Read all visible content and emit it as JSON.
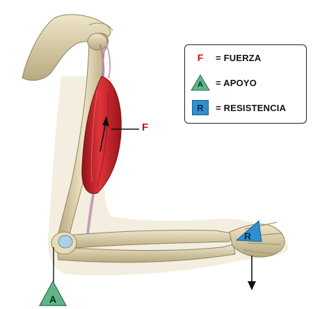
{
  "legend": {
    "force_symbol": "F",
    "force_text": "= FUERZA",
    "support_symbol": "A",
    "support_text": "= APOYO",
    "resistance_symbol": "R",
    "resistance_text": "= RESISTENCIA"
  },
  "diagram": {
    "force_label": "F",
    "resistance_label": "R",
    "support_label": "A"
  },
  "colors": {
    "force": "#c4121a",
    "support": "#5fb58a",
    "resistance": "#2f8fd0",
    "bone": "#e8dcb8",
    "muscle": "#c8202a"
  }
}
